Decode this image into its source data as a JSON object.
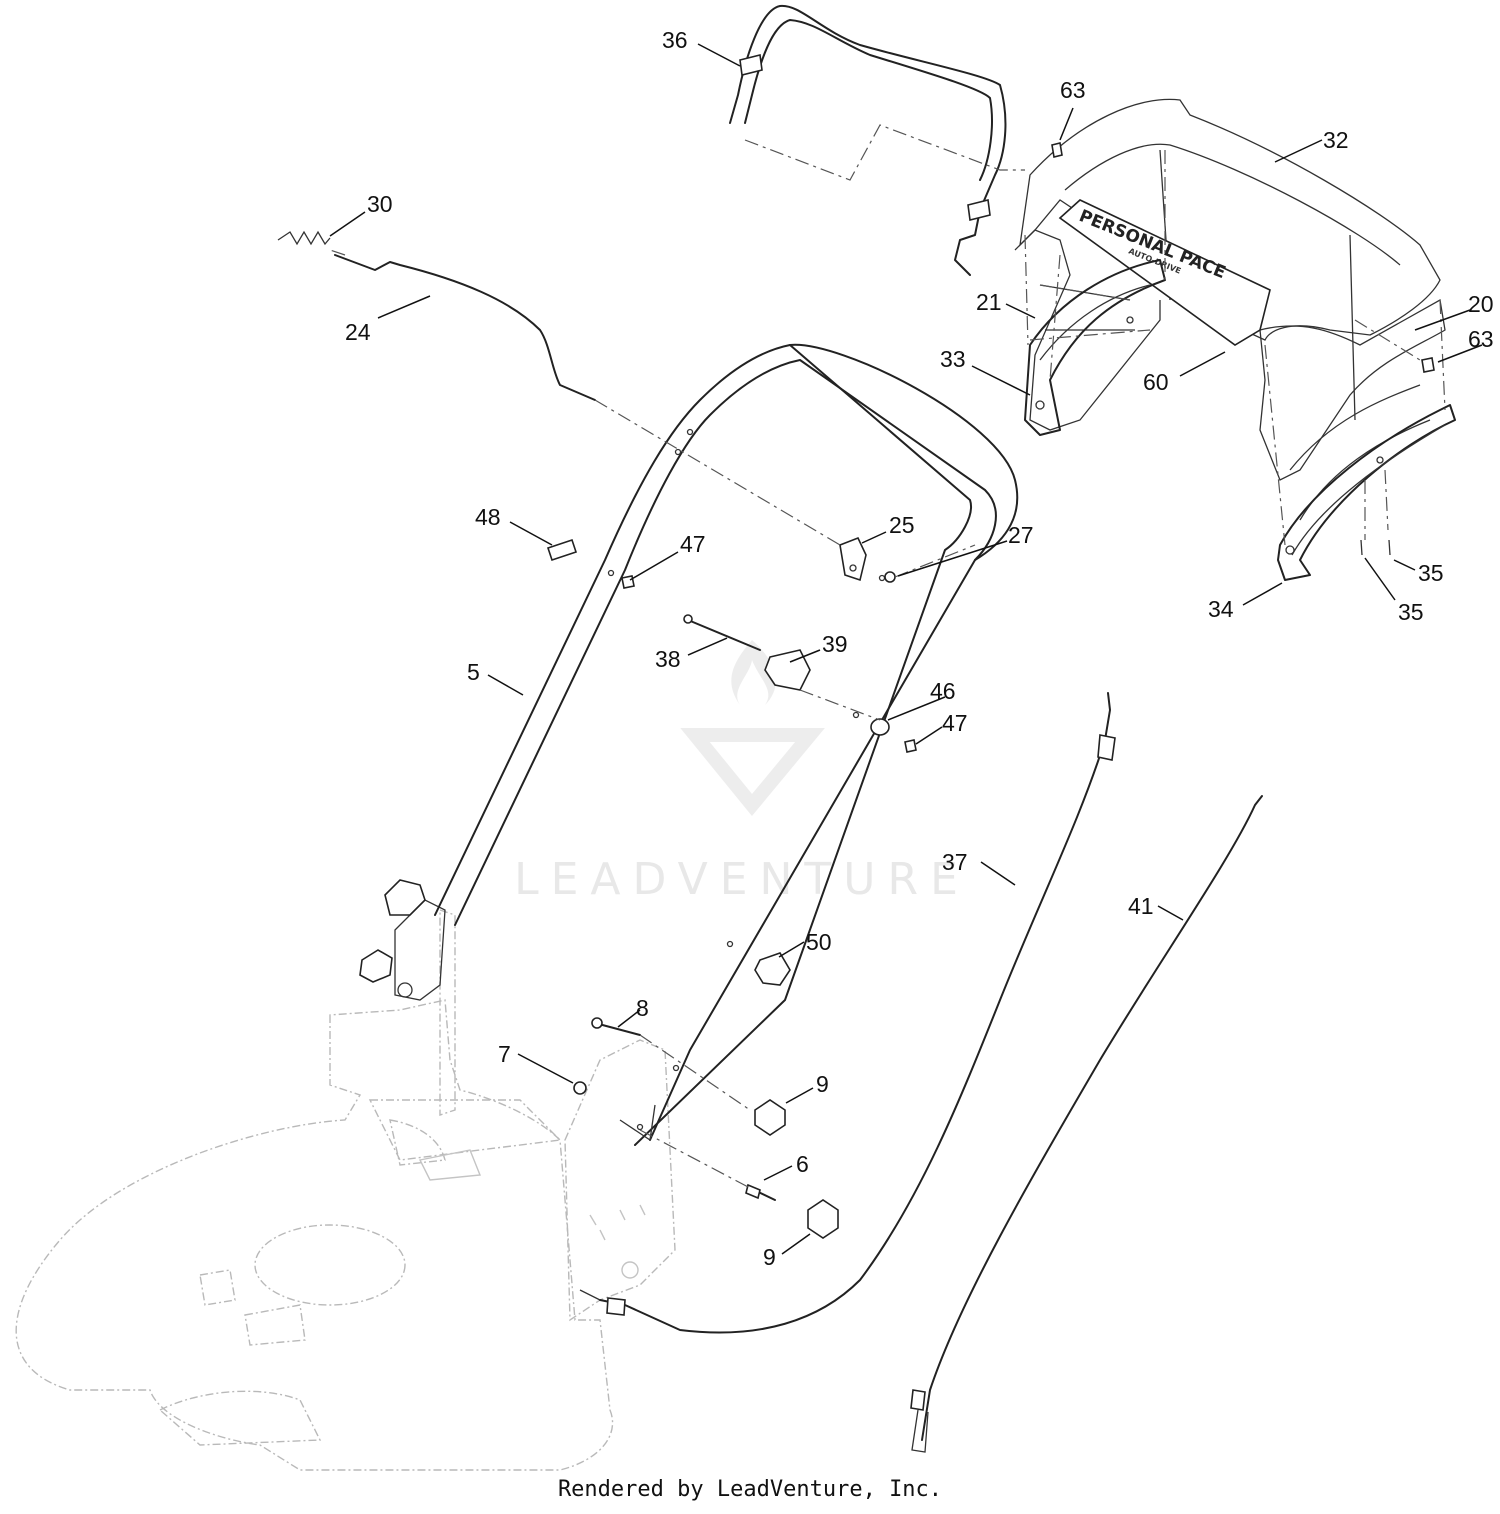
{
  "watermark": {
    "text": "LEADVENTURE"
  },
  "decal": {
    "brand": "PERSONAL PACE",
    "sub": "AUTO-DRIVE"
  },
  "footer": {
    "text": "Rendered by LeadVenture, Inc."
  },
  "callouts": [
    {
      "id": "c36",
      "label": "36"
    },
    {
      "id": "c63a",
      "label": "63"
    },
    {
      "id": "c32",
      "label": "32"
    },
    {
      "id": "c30",
      "label": "30"
    },
    {
      "id": "c24",
      "label": "24"
    },
    {
      "id": "c21",
      "label": "21"
    },
    {
      "id": "c20",
      "label": "20"
    },
    {
      "id": "c63b",
      "label": "63"
    },
    {
      "id": "c33",
      "label": "33"
    },
    {
      "id": "c60",
      "label": "60"
    },
    {
      "id": "c48",
      "label": "48"
    },
    {
      "id": "c25",
      "label": "25"
    },
    {
      "id": "c27",
      "label": "27"
    },
    {
      "id": "c47a",
      "label": "47"
    },
    {
      "id": "c35a",
      "label": "35"
    },
    {
      "id": "c35b",
      "label": "35"
    },
    {
      "id": "c34",
      "label": "34"
    },
    {
      "id": "c38",
      "label": "38"
    },
    {
      "id": "c39",
      "label": "39"
    },
    {
      "id": "c5",
      "label": "5"
    },
    {
      "id": "c46",
      "label": "46"
    },
    {
      "id": "c47b",
      "label": "47"
    },
    {
      "id": "c37",
      "label": "37"
    },
    {
      "id": "c41",
      "label": "41"
    },
    {
      "id": "c50",
      "label": "50"
    },
    {
      "id": "c8",
      "label": "8"
    },
    {
      "id": "c7",
      "label": "7"
    },
    {
      "id": "c9a",
      "label": "9"
    },
    {
      "id": "c6",
      "label": "6"
    },
    {
      "id": "c9b",
      "label": "9"
    }
  ]
}
